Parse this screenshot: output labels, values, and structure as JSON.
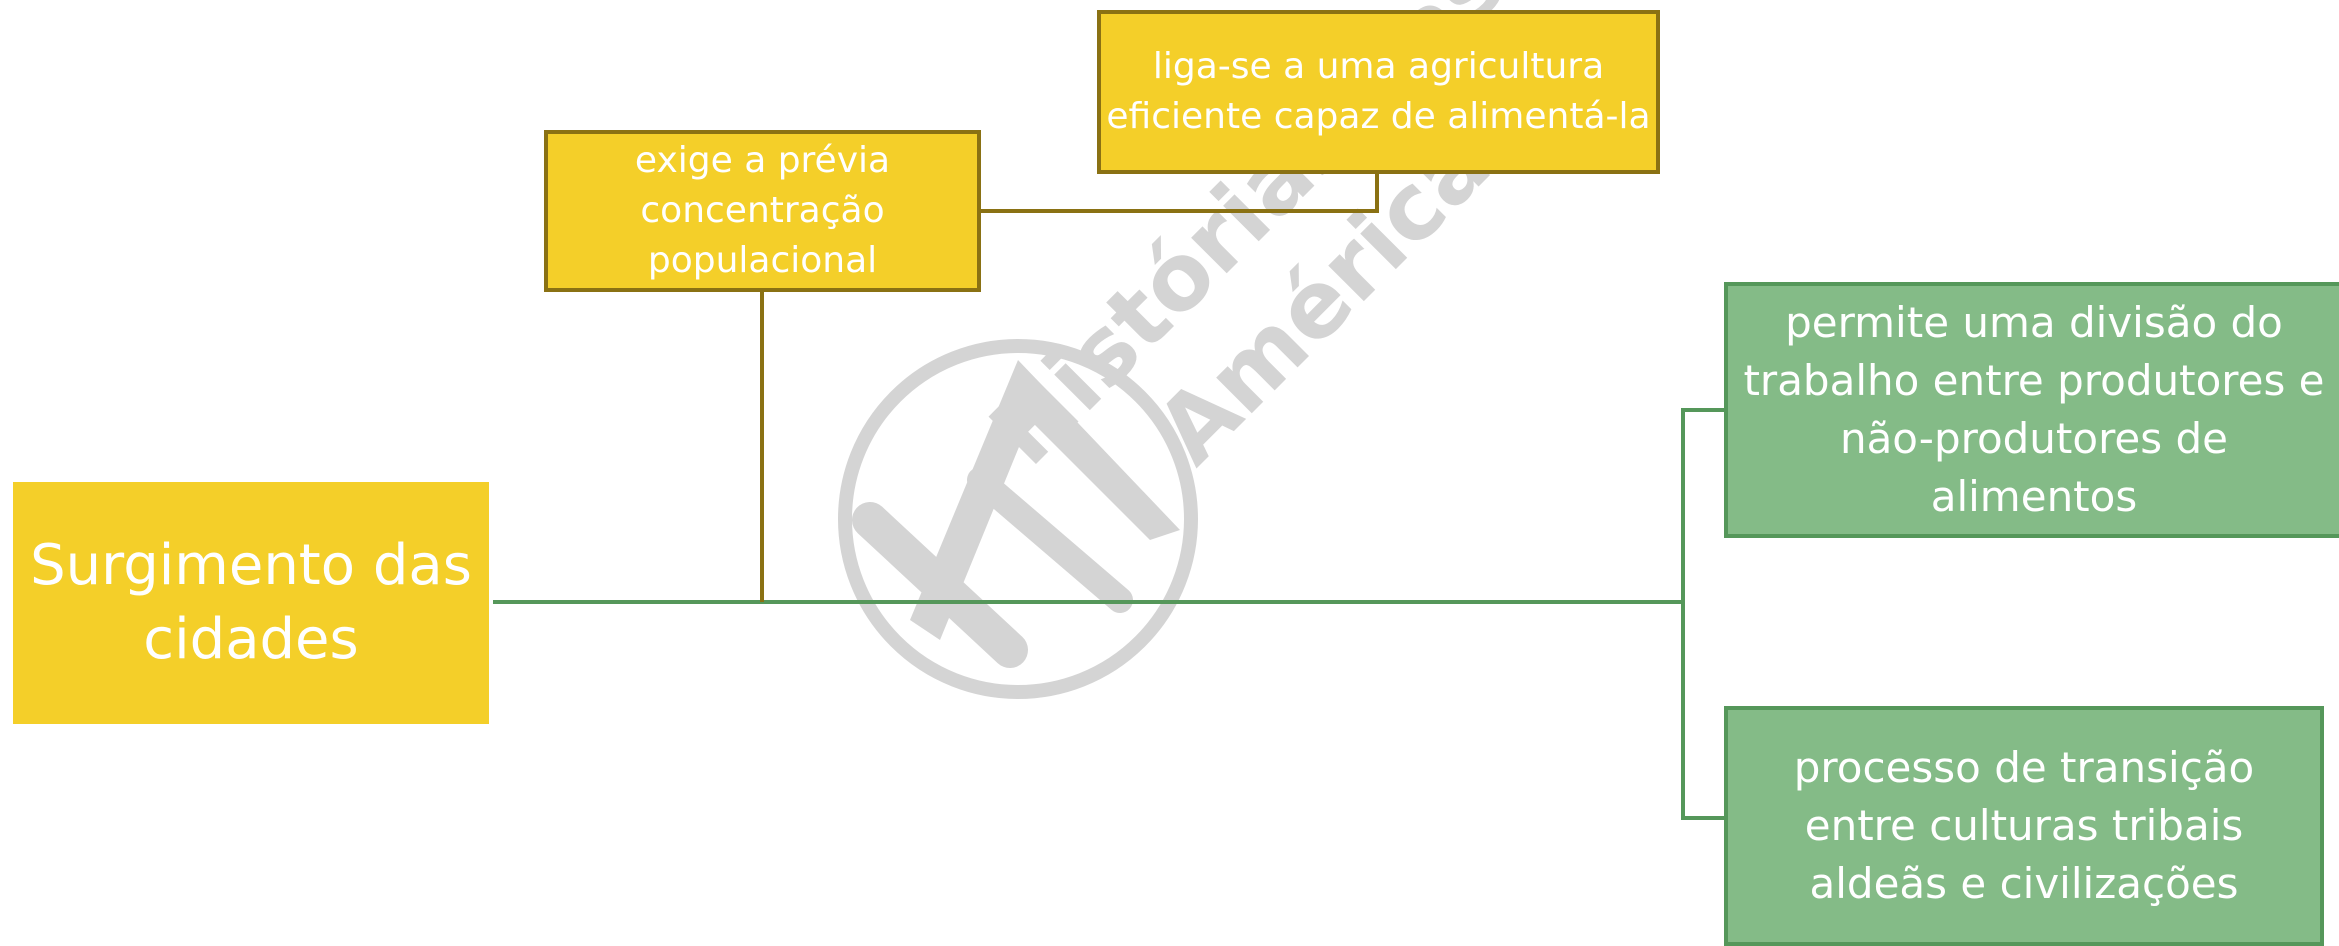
{
  "diagram": {
    "root": {
      "label": "Surgimento das\ncidades"
    },
    "nodes": [
      {
        "id": "exige",
        "label": "exige a prévia\nconcentração\npopulacional"
      },
      {
        "id": "liga",
        "label": "liga-se a uma agricultura\neficiente capaz de alimentá-la"
      },
      {
        "id": "permite",
        "label": "permite uma divisão do\ntrabalho entre produtores e\nnão-produtores de\nalimentos"
      },
      {
        "id": "processo",
        "label": "processo de transição\nentre culturas tribais\naldeãs e civilizações"
      }
    ],
    "watermark": {
      "text": "Histórias das Américas"
    },
    "colors": {
      "yellow_fill": "#f4cf29",
      "yellow_border": "#8a7113",
      "green_fill": "#84bb87",
      "green_border": "#55975a",
      "green_line": "#55975a",
      "olive_line": "#8a7113",
      "watermark": "#d4d4d4"
    }
  }
}
